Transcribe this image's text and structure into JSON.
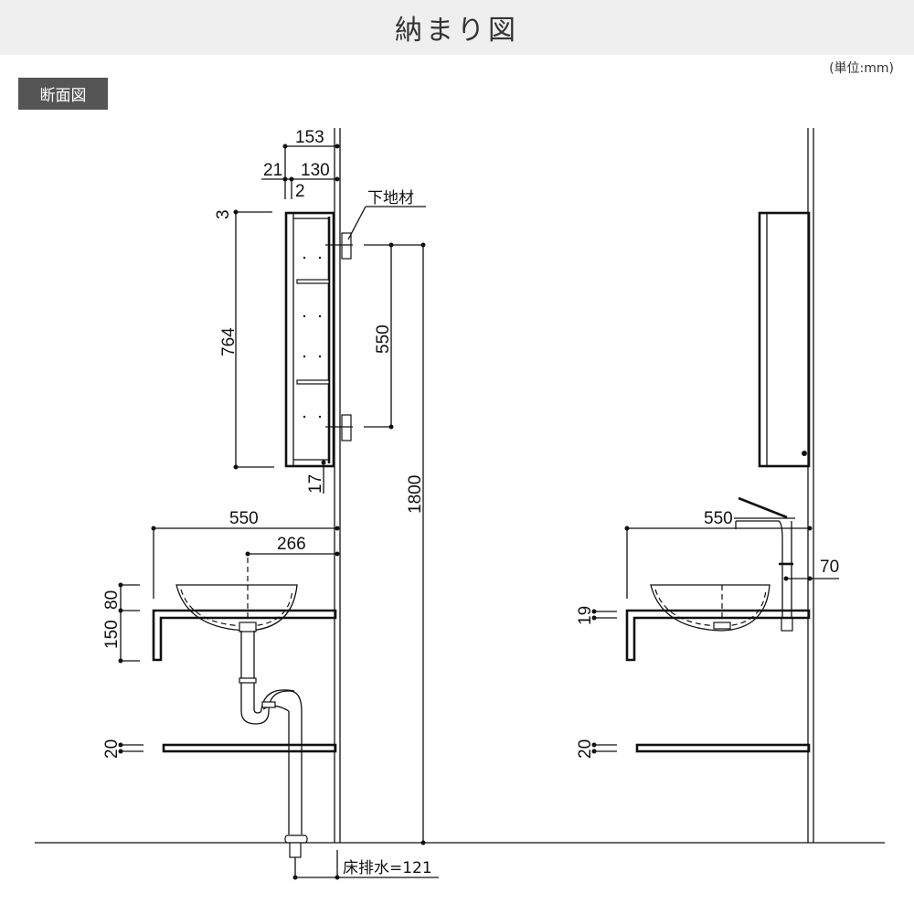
{
  "title": "納まり図",
  "unit": "(単位:mm)",
  "section_label": "断面図",
  "left_view": {
    "cabinet_depth_total": "153",
    "cabinet_body": "130",
    "door_thickness": "21",
    "gap": "2",
    "top_offset": "3",
    "cabinet_height": "764",
    "mount_pitch": "550",
    "mount_height": "1800",
    "bottom_offset": "17",
    "backing_label": "下地材",
    "counter_depth": "550",
    "drain_offset": "266",
    "bowl_height": "80",
    "bracket_height": "150",
    "shelf_thickness": "20",
    "floor_drain": "床排水=121"
  },
  "right_view": {
    "counter_depth": "550",
    "faucet_offset": "70",
    "counter_thickness": "19",
    "shelf_thickness": "20"
  }
}
